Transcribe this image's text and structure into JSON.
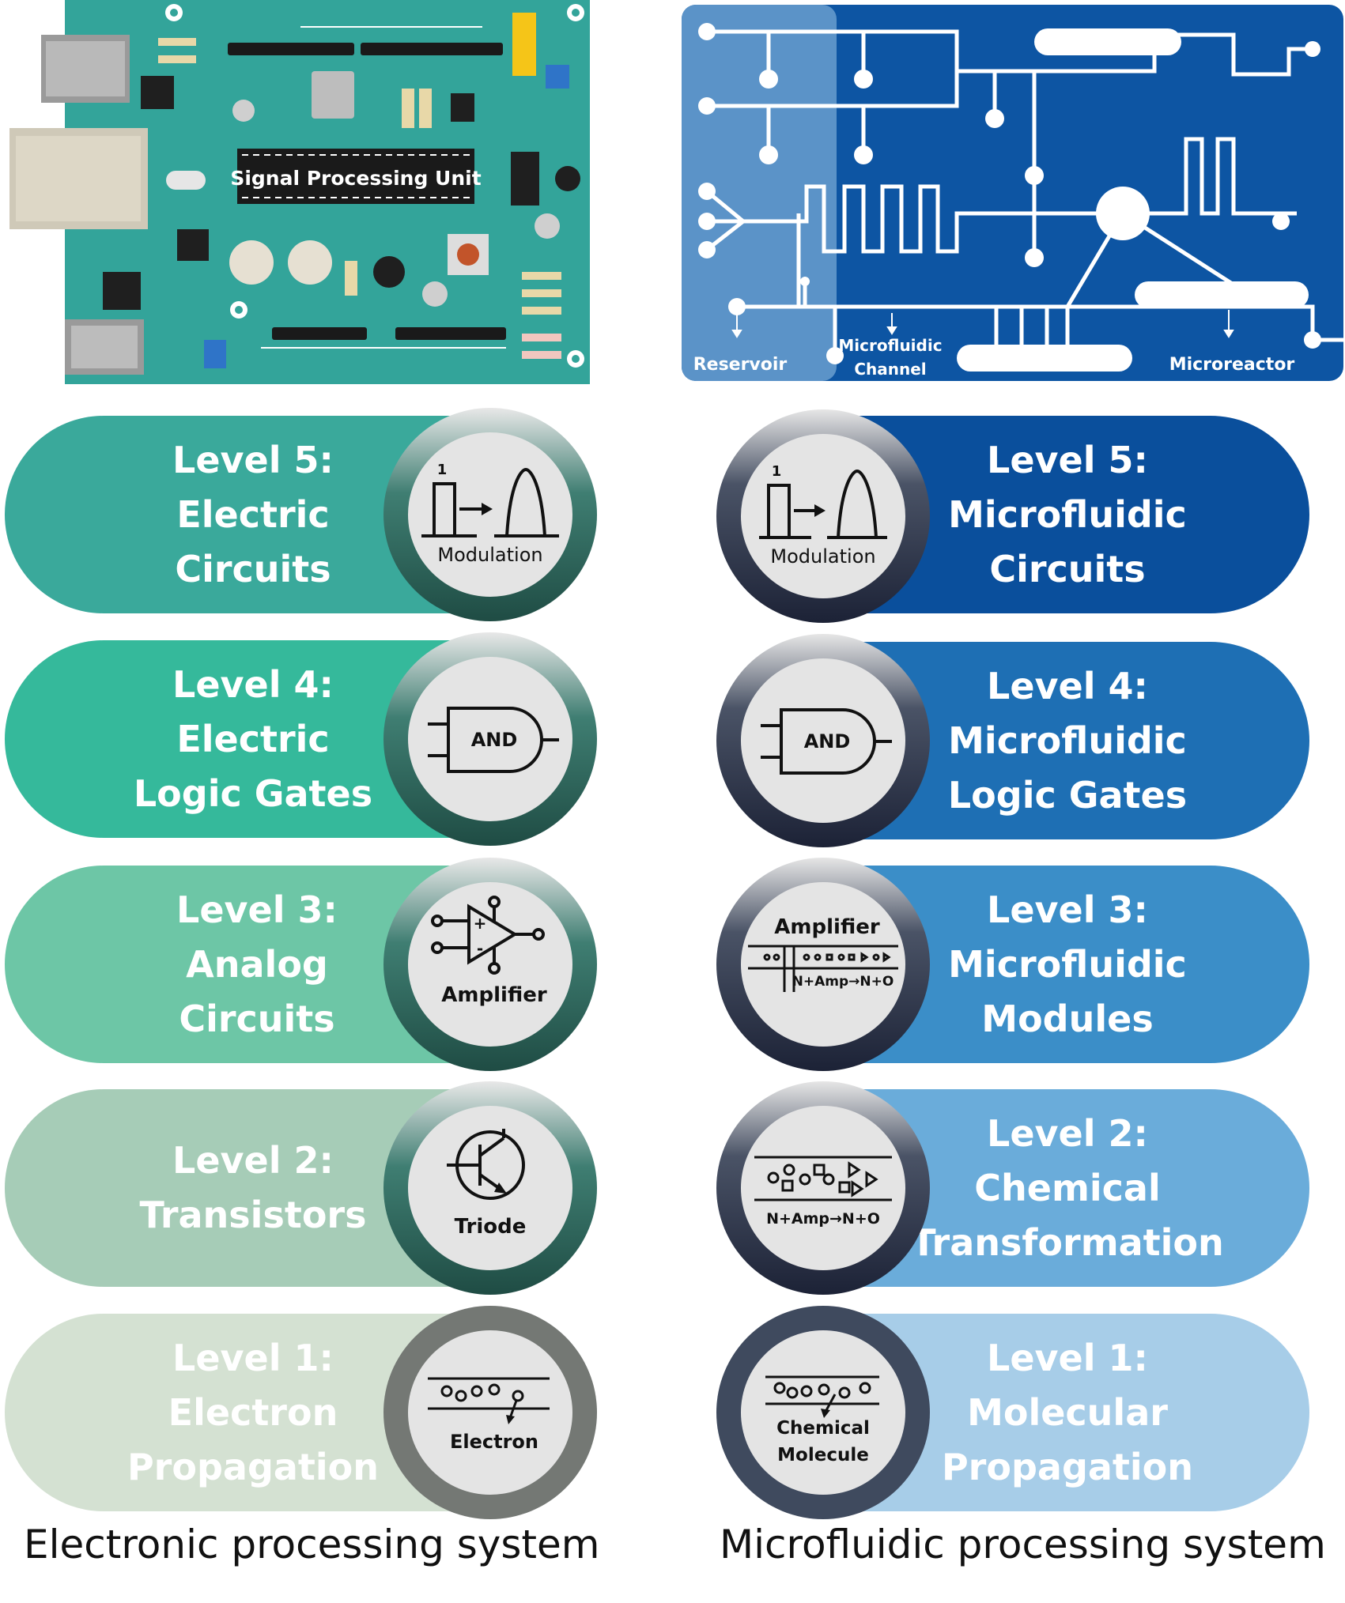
{
  "board": {
    "chip_label": "Signal Processing Unit"
  },
  "chip": {
    "reservoir_label": "Reservoir",
    "channel_label_1": "Microfluidic",
    "channel_label_2": "Channel",
    "reactor_label": "Microreactor"
  },
  "left_levels": [
    {
      "line1": "Level 5:",
      "line2": "Electric",
      "line3": "Circuits",
      "icon_label": "Modulation",
      "icon_number": "1"
    },
    {
      "line1": "Level 4:",
      "line2": "Electric",
      "line3": "Logic Gates",
      "icon_label": "AND"
    },
    {
      "line1": "Level 3:",
      "line2": "Analog",
      "line3": "Circuits",
      "icon_label": "Amplifier",
      "plus": "+",
      "minus": "-"
    },
    {
      "line1": "Level 2:",
      "line2": "Transistors",
      "icon_label": "Triode"
    },
    {
      "line1": "Level 1:",
      "line2": "Electron",
      "line3": "Propagation",
      "icon_label": "Electron"
    }
  ],
  "right_levels": [
    {
      "line1": "Level 5:",
      "line2": "Microfluidic",
      "line3": "Circuits",
      "icon_label": "Modulation",
      "icon_number": "1"
    },
    {
      "line1": "Level 4:",
      "line2": "Microfluidic",
      "line3": "Logic Gates",
      "icon_label": "AND"
    },
    {
      "line1": "Level 3:",
      "line2": "Microfluidic",
      "line3": "Modules",
      "icon_label": "Amplifier",
      "icon_sub": "N+Amp→N+O"
    },
    {
      "line1": "Level 2:",
      "line2": "Chemical",
      "line3": "Transformation",
      "icon_sub": "N+Amp→N+O"
    },
    {
      "line1": "Level 1:",
      "line2": "Molecular",
      "line3": "Propagation",
      "icon_label": "Chemical",
      "icon_label2": "Molecule"
    }
  ],
  "captions": {
    "left": "Electronic processing system",
    "right": "Microfluidic processing system"
  },
  "colors": {
    "board": "#33a49a",
    "chip_bg": "#0d55a3",
    "left_pills": [
      "#3aa99b",
      "#35b99b",
      "#6dc6a6",
      "#a6ccb7",
      "#d4e1d2"
    ],
    "right_pills": [
      "#0a4f9c",
      "#1e6fb4",
      "#3b8ec8",
      "#6aacda",
      "#a7cde8"
    ]
  }
}
